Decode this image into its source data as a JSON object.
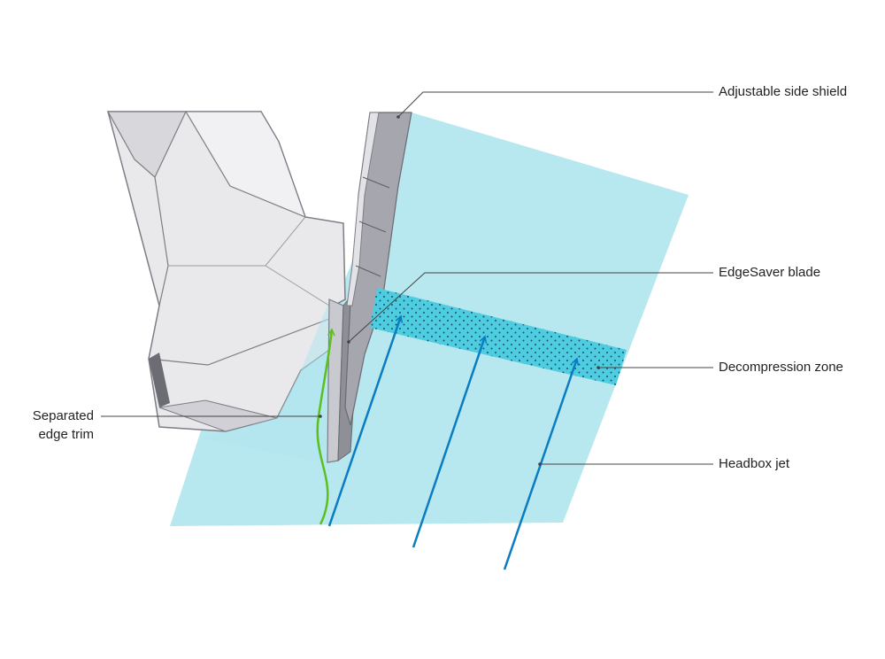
{
  "labels": {
    "adjustable_side_shield": "Adjustable side shield",
    "edgesaver_blade": "EdgeSaver blade",
    "decompression_zone": "Decompression zone",
    "headbox_jet": "Headbox jet",
    "separated_edge_trim_line1": "Separated",
    "separated_edge_trim_line2": "edge trim"
  },
  "colors": {
    "jet": "#b3e6ee",
    "decompression_zone": "#4fcde0",
    "flow_arrow": "#0a7cc2",
    "edge_trim_arrow": "#5cbf1e",
    "machine_body": "#e8e8eb",
    "machine_edge": "#7d7d85",
    "side_shield": "#a6a6ae",
    "leader_line": "#444444"
  }
}
